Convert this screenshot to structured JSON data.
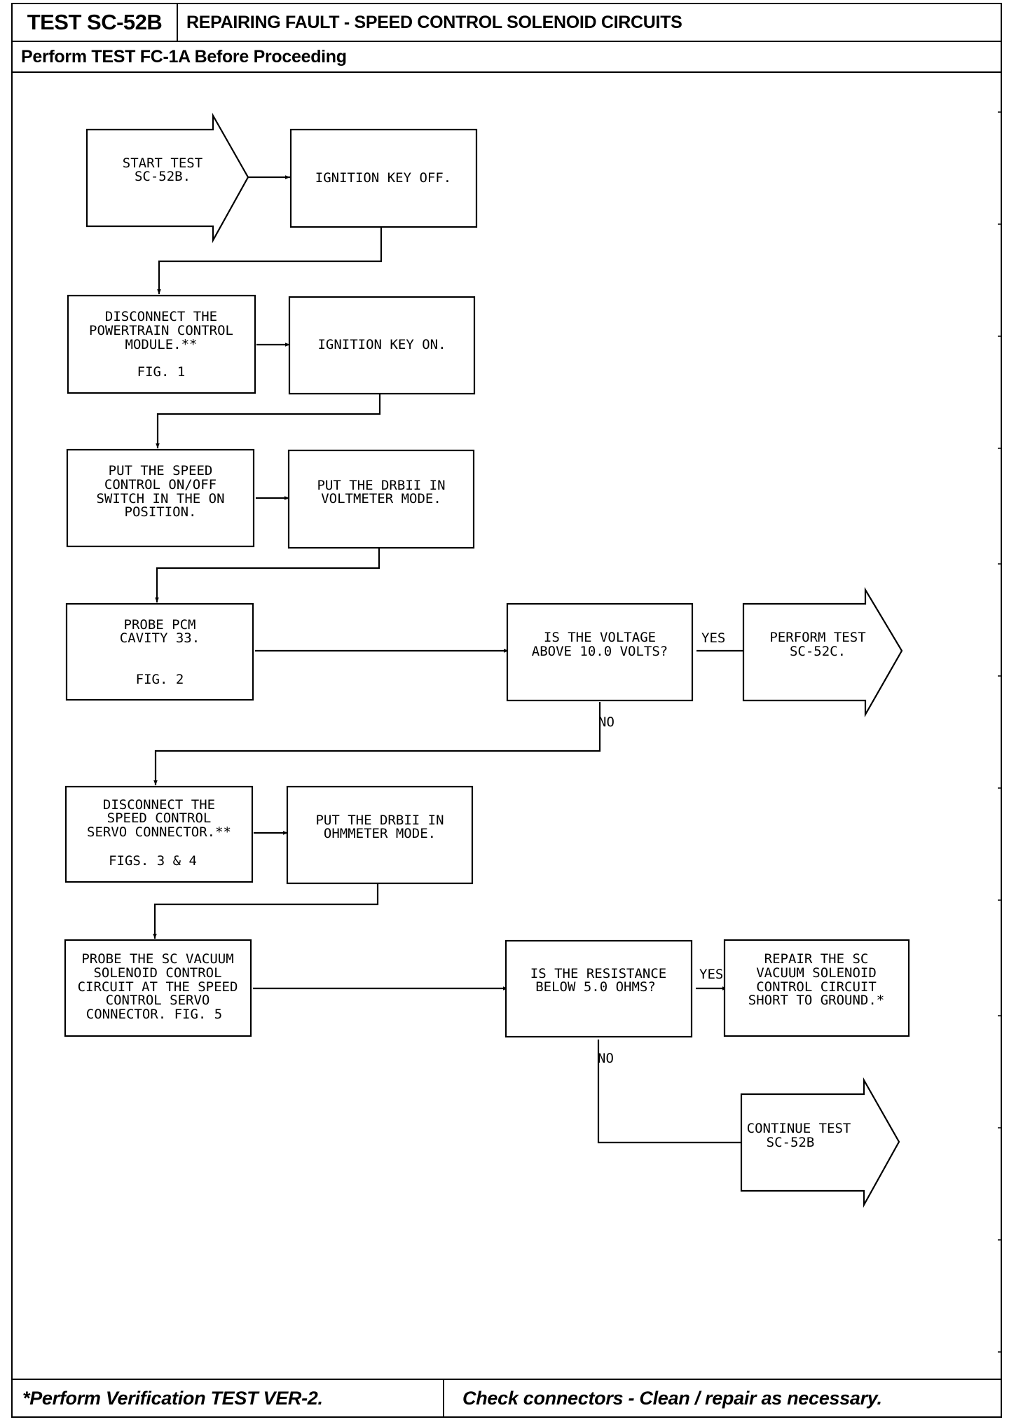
{
  "header": {
    "test_id": "TEST SC-52B",
    "title": "REPAIRING FAULT - SPEED CONTROL SOLENOID CIRCUITS",
    "prerequisite": "Perform TEST FC-1A Before Proceeding"
  },
  "footer": {
    "note_left": "*Perform Verification TEST VER-2.",
    "note_right": "Check connectors - Clean / repair as necessary."
  },
  "flow": {
    "start": [
      "START TEST",
      "SC-52B."
    ],
    "ignition_off": [
      "IGNITION KEY OFF."
    ],
    "disconnect_pcm": [
      "DISCONNECT THE",
      "POWERTRAIN CONTROL",
      "MODULE.**"
    ],
    "disconnect_pcm_fig": "FIG. 1",
    "ignition_on": [
      "IGNITION KEY ON."
    ],
    "speed_switch": [
      "PUT THE SPEED",
      "CONTROL ON/OFF",
      "SWITCH IN THE ON",
      "POSITION."
    ],
    "voltmeter": [
      "PUT THE DRBII IN",
      "VOLTMETER MODE."
    ],
    "probe_pcm": [
      "PROBE PCM",
      "CAVITY 33."
    ],
    "probe_pcm_fig": "FIG. 2",
    "voltage_q": [
      "IS THE VOLTAGE",
      "ABOVE 10.0 VOLTS?"
    ],
    "yes1": "YES",
    "no1": "NO",
    "perform_52c": [
      "PERFORM TEST",
      "SC-52C."
    ],
    "disconnect_servo": [
      "DISCONNECT THE",
      "SPEED CONTROL",
      "SERVO CONNECTOR.**"
    ],
    "disconnect_servo_fig": "FIGS. 3 & 4",
    "ohmmeter": [
      "PUT THE DRBII IN",
      "OHMMETER MODE."
    ],
    "probe_servo": [
      "PROBE THE SC VACUUM",
      "SOLENOID CONTROL",
      "CIRCUIT AT THE SPEED",
      "CONTROL SERVO",
      "CONNECTOR. FIG. 5"
    ],
    "resistance_q": [
      "IS THE RESISTANCE",
      "BELOW 5.0 OHMS?"
    ],
    "yes2": "YES",
    "no2": "NO",
    "repair": [
      "REPAIR THE SC",
      "VACUUM SOLENOID",
      "CONTROL CIRCUIT",
      "SHORT TO GROUND.*"
    ],
    "continue": [
      "CONTINUE TEST",
      "SC-52B"
    ]
  }
}
